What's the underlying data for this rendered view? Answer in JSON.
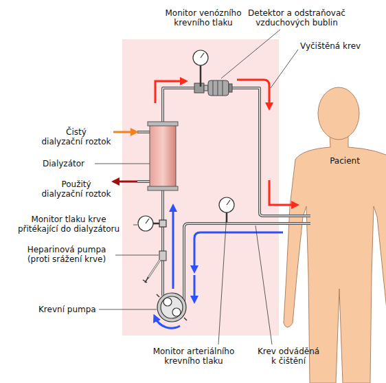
{
  "diagram": {
    "nodes": [
      {
        "text": [
          "Pacient"
        ]
      }
    ],
    "labels": [
      "Monitor venózního krevního tlaku",
      "Detektor a odstraňovač vzduchových bublin",
      "Vyčištěná krev",
      "Čistý dialyzační roztok",
      "Dialyzátor",
      "Použitý dialyzační roztok",
      "Monitor tlaku krve přitékající do dialyzátoru",
      "Heparinová pumpa (proti srážení krve)",
      "Krevní pumpa",
      "Monitor arteriálního krevního tlaku",
      "Krev odváděná k čištění"
    ]
  }
}
